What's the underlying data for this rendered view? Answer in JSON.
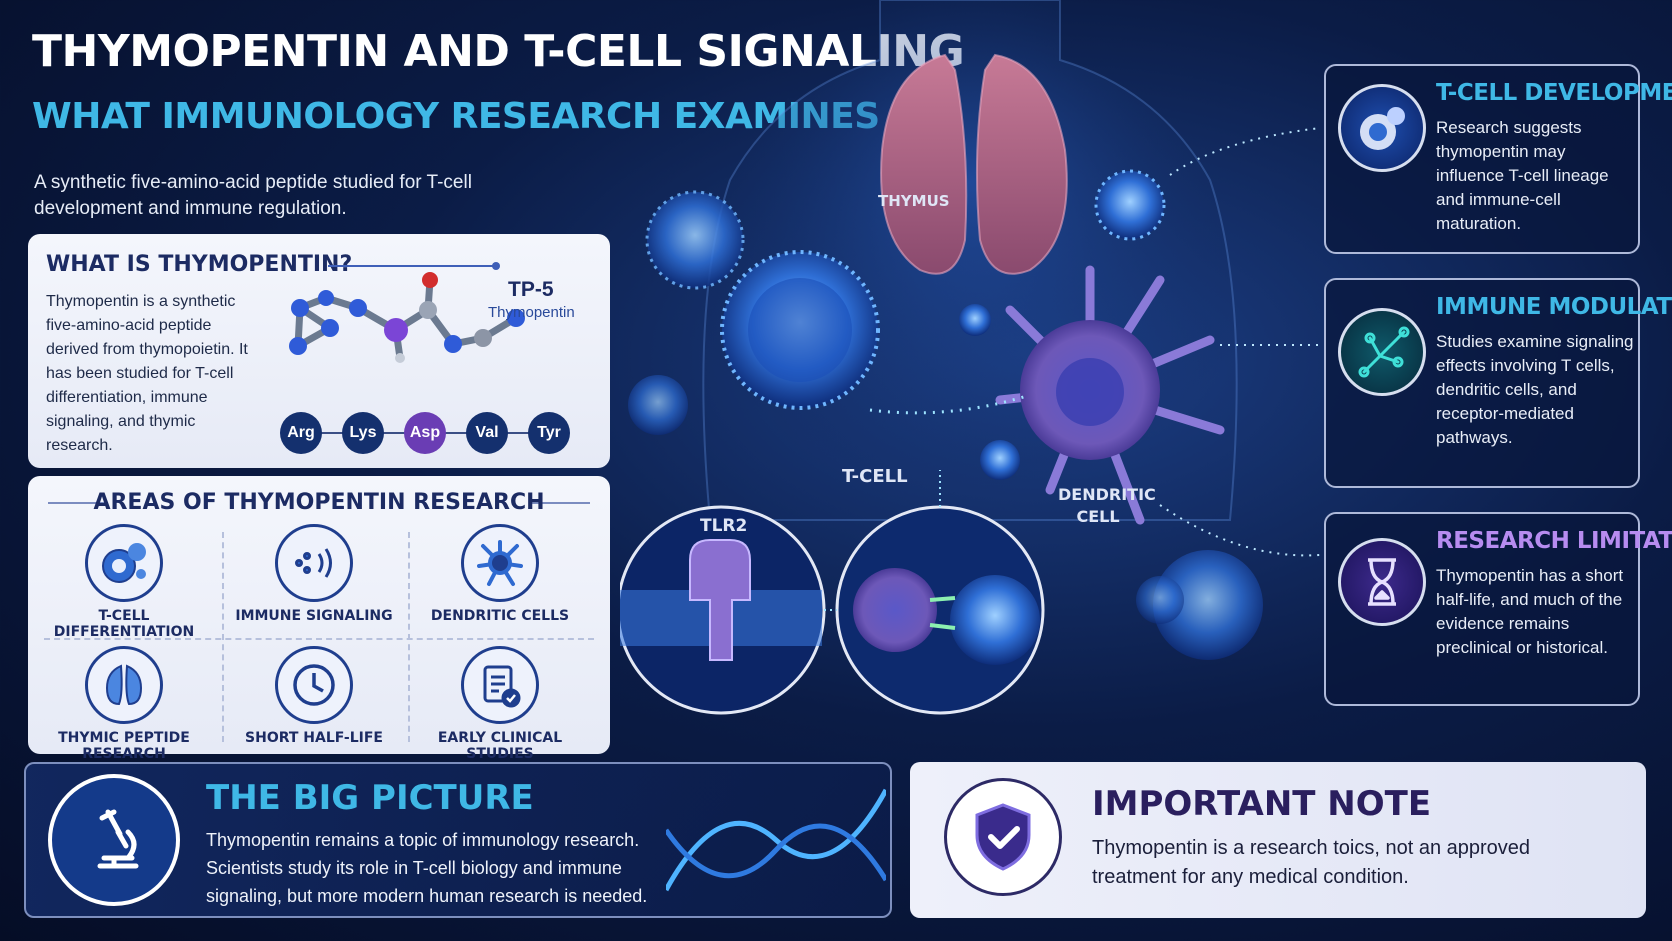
{
  "header": {
    "title": "THYMOPENTIN AND T-CELL SIGNALING",
    "subtitle": "WHAT IMMUNOLOGY RESEARCH EXAMINES",
    "intro": "A synthetic five-amino-acid peptide studied for T-cell development and immune regulation."
  },
  "what": {
    "heading": "WHAT IS THYMOPENTIN?",
    "body": "Thymopentin is a synthetic five-amino-acid peptide derived from thymopoietin. It has been studied for T-cell differentiation, immune signaling, and thymic research.",
    "molecule_label": "TP-5",
    "molecule_sub": "Thymopentin",
    "amino_acids": [
      "Arg",
      "Lys",
      "Asp",
      "Val",
      "Tyr"
    ]
  },
  "areas": {
    "heading": "AREAS OF THYMOPENTIN RESEARCH",
    "items": [
      {
        "label": "T-CELL DIFFERENTIATION",
        "icon": "cells-icon"
      },
      {
        "label": "IMMUNE SIGNALING",
        "icon": "signal-waves-icon"
      },
      {
        "label": "DENDRITIC CELLS",
        "icon": "dendritic-cell-icon"
      },
      {
        "label": "THYMIC PEPTIDE RESEARCH",
        "icon": "thymus-icon"
      },
      {
        "label": "SHORT HALF-LIFE",
        "icon": "clock-icon"
      },
      {
        "label": "EARLY CLINICAL STUDIES",
        "icon": "clipboard-check-icon"
      }
    ]
  },
  "illustration": {
    "thymus": "THYMUS",
    "tcell": "T-CELL",
    "dendritic": "DENDRITIC CELL",
    "tlr2": "TLR2"
  },
  "right_cards": [
    {
      "title": "T-CELL DEVELOPMENT",
      "body": "Research suggests thymopentin may influence T-cell lineage and immune-cell maturation.",
      "color": "#3fb8e6",
      "icon": "cells-icon"
    },
    {
      "title": "IMMUNE MODULATION",
      "body": "Studies examine signaling effects involving T cells, dendritic cells, and receptor-mediated pathways.",
      "color": "#3fb8e6",
      "icon": "network-icon"
    },
    {
      "title": "RESEARCH LIMITATION",
      "body": "Thymopentin has a short half-life, and much of the evidence remains preclinical or historical.",
      "color": "#b78cf0",
      "icon": "hourglass-icon"
    }
  ],
  "big_picture": {
    "title": "THE BIG PICTURE",
    "body": "Thymopentin remains a topic of immunology research. Scientists study its role in T-cell biology and immune signaling, but more modern human research is needed.",
    "icon": "microscope-icon"
  },
  "note": {
    "title": "IMPORTANT NOTE",
    "body": "Thymopentin is a research toics, not an approved treatment for any medical condition.",
    "icon": "shield-check-icon"
  }
}
